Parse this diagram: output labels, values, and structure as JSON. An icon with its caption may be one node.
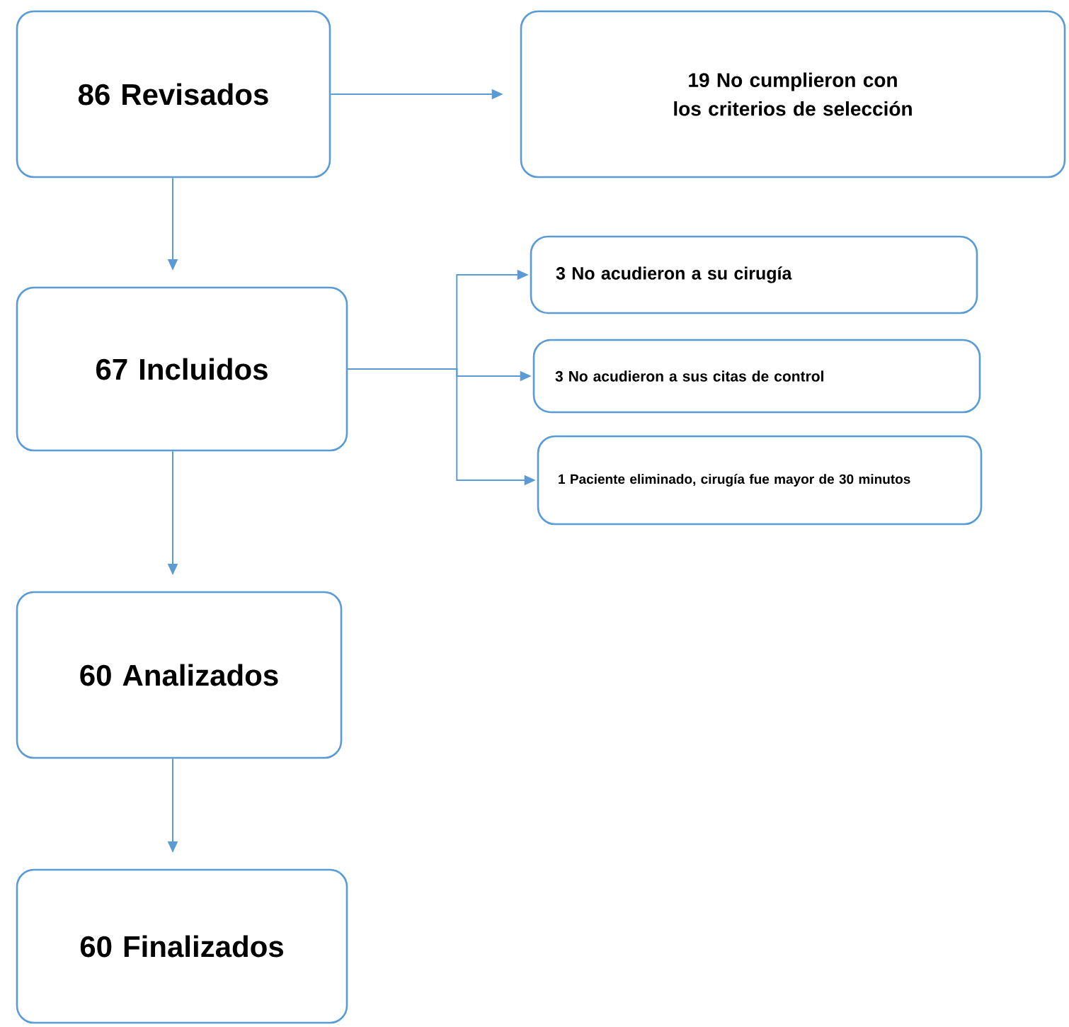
{
  "diagram": {
    "nodes": [
      {
        "text": [
          "86 Revisados"
        ]
      },
      {
        "text": [
          "19 No cumplieron con los criterios de selección"
        ]
      },
      {
        "text": [
          "67 Incluidos"
        ]
      },
      {
        "text": [
          "3 No acudieron a su cirugía"
        ]
      },
      {
        "text": [
          "3 No acudieron a sus citas de control"
        ]
      },
      {
        "text": [
          "1 Paciente eliminado, cirugía fue mayor de 30 minutos"
        ]
      },
      {
        "text": [
          "60 Analizados"
        ]
      },
      {
        "text": [
          "60 Finalizados"
        ]
      }
    ],
    "edges": [
      {
        "from": 0,
        "to": 1,
        "arrow": "to"
      },
      {
        "from": 0,
        "to": 2,
        "arrow": "to"
      },
      {
        "from": 2,
        "to": 3,
        "arrow": "to"
      },
      {
        "from": 2,
        "to": 4,
        "arrow": "to"
      },
      {
        "from": 2,
        "to": 5,
        "arrow": "to"
      },
      {
        "from": 2,
        "to": 6,
        "arrow": "to"
      },
      {
        "from": 6,
        "to": 7,
        "arrow": "to"
      }
    ]
  }
}
